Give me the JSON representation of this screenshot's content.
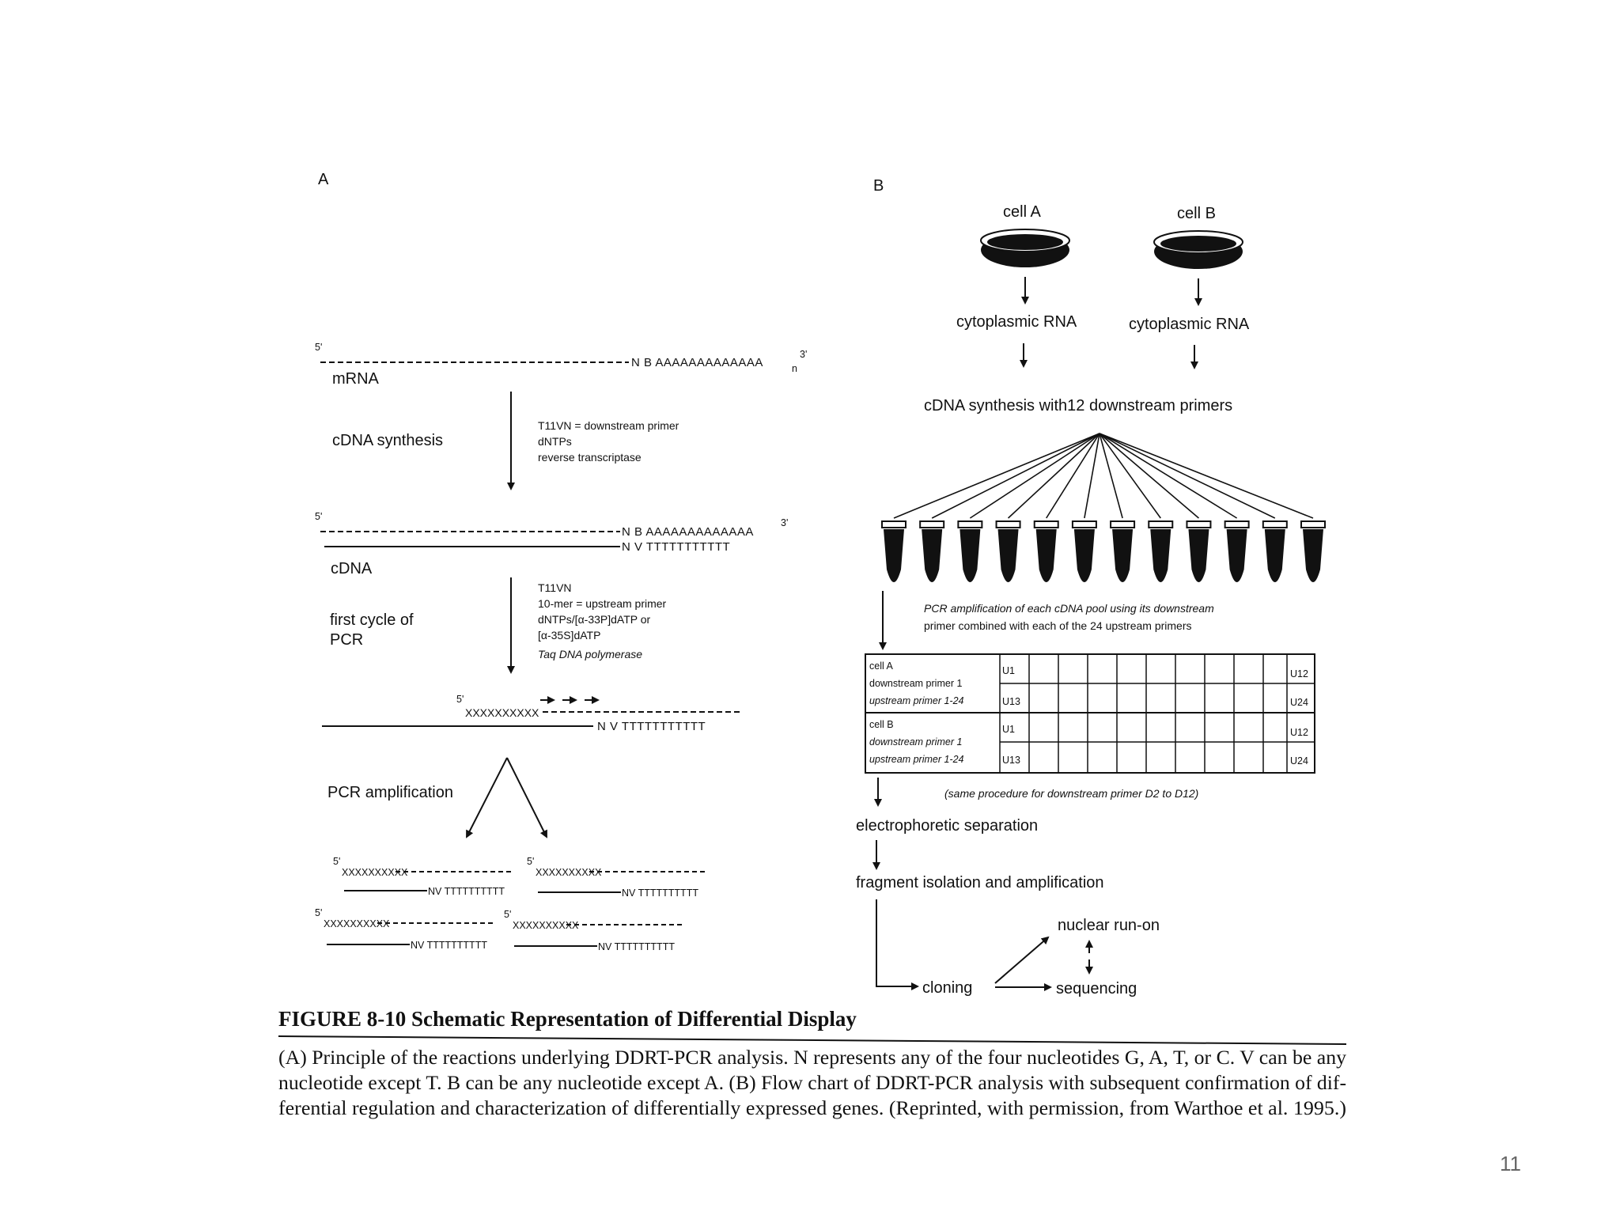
{
  "panel_a": {
    "label": "A",
    "five_prime": "5'",
    "three_prime": "3'",
    "mrna_seq": "N B AAAAAAAAAAAAA",
    "n_sub": "n",
    "mrna_label": "mRNA",
    "cdna_synth_label": "cDNA synthesis",
    "step1_reagents": [
      "T11VN = downstream primer",
      "dNTPs",
      "reverse transcriptase"
    ],
    "cdna_top_seq": "N B AAAAAAAAAAAAA",
    "cdna_bottom_seq": "N V TTTTTTTTTTT",
    "cdna_label": "cDNA",
    "first_cycle_label": [
      "first cycle of",
      "PCR"
    ],
    "step2_reagents": [
      "T11VN",
      "10-mer = upstream primer",
      "dNTPs/[α-33P]dATP or",
      "[α-35S]dATP",
      "Taq DNA polymerase"
    ],
    "primer_seq": "XXXXXXXXXX",
    "pcr_bottom_seq": "N V TTTTTTTTTTT",
    "pcr_amp_label": "PCR amplification",
    "product_seq": "NV TTTTTTTTTT"
  },
  "panel_b": {
    "label": "B",
    "cell_a": "cell A",
    "cell_b": "cell B",
    "cyto_rna": "cytoplasmic RNA",
    "cdna_synth": "cDNA synthesis with12 downstream primers",
    "pcr_note": [
      "PCR amplification of each cDNA pool using its downstream",
      "primer combined with each of the 24 upstream primers"
    ],
    "table_cell_a": [
      "cell A",
      "downstream primer 1",
      "upstream primer 1-24"
    ],
    "table_cell_b": [
      "cell B",
      "downstream primer 1",
      "upstream primer 1-24"
    ],
    "u_labels": [
      "U1",
      "U12",
      "U13",
      "U24"
    ],
    "same_procedure": "(same procedure for downstream primer D2 to D12)",
    "electro": "electrophoretic separation",
    "fragment": "fragment isolation and amplification",
    "nuclear": "nuclear run-on",
    "cloning": "cloning",
    "sequencing": "sequencing"
  },
  "caption": {
    "title": "FIGURE 8-10 Schematic Representation of Differential Display",
    "lines": [
      "(A) Principle of the reactions underlying DDRT-PCR analysis. N represents any of the four nucleotides G, A, T, or C. V can be any",
      "nucleotide except T. B can be any nucleotide except A. (B) Flow chart of DDRT-PCR analysis with subsequent confirmation of dif-",
      "ferential regulation and characterization of differentially expressed genes. (Reprinted, with permission, from Warthoe et al. 1995.)"
    ]
  },
  "page_number": "11"
}
